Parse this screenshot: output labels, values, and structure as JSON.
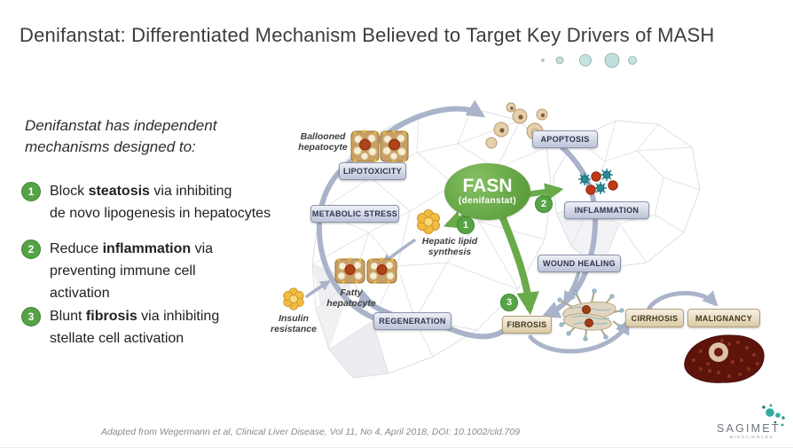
{
  "slide": {
    "title": "Denifanstat: Differentiated Mechanism Believed to Target Key Drivers of MASH",
    "footer": "Adapted from Wegermann et al, Clinical Liver Disease, Vol 11, No 4, April 2018, DOI: 10.1002/cld.709"
  },
  "left_panel": {
    "intro": "Denifanstat has independent\nmechanisms designed to:",
    "items": [
      {
        "num": "1",
        "pre": "Block ",
        "keyword": "steatosis",
        "post": " via inhibiting\nde novo lipogenesis in hepatocytes"
      },
      {
        "num": "2",
        "pre": "Reduce ",
        "keyword": "inflammation",
        "post": " via\npreventing immune cell\nactivation"
      },
      {
        "num": "3",
        "pre": "Blunt ",
        "keyword": "fibrosis",
        "post": " via inhibiting\nstellate cell activation"
      }
    ]
  },
  "diagram": {
    "fasn_label": "FASN",
    "fasn_sub": "(denifanstat)",
    "steps": [
      "1",
      "2",
      "3"
    ],
    "boxes": {
      "lipotoxicity": "LIPOTOXICITY",
      "metabolic_stress": "METABOLIC STRESS",
      "apoptosis": "APOPTOSIS",
      "inflammation": "INFLAMMATION",
      "wound_healing": "WOUND HEALING",
      "regeneration": "REGENERATION",
      "fibrosis": "FIBROSIS",
      "cirrhosis": "CIRRHOSIS",
      "malignancy": "MALIGNANCY"
    },
    "labels": {
      "ballooned_hepatocyte": "Ballooned\nhepatocyte",
      "fatty_hepatocyte": "Fatty\nhepatocyte",
      "insulin_resistance": "Insulin\nresistance",
      "hepatic_lipid_synthesis": "Hepatic lipid\nsynthesis"
    }
  },
  "logo": {
    "name": "SAGIMET",
    "sub": "BIOSCIENCES"
  },
  "colors": {
    "accent_green": "#61a041",
    "box_lavender": "#c9cfe0",
    "box_tan": "#e6d7b8",
    "arrow_gray": "#a9b3c9",
    "divider_teal": "#a7cbcf",
    "logo_teal": "#35aaa4"
  }
}
